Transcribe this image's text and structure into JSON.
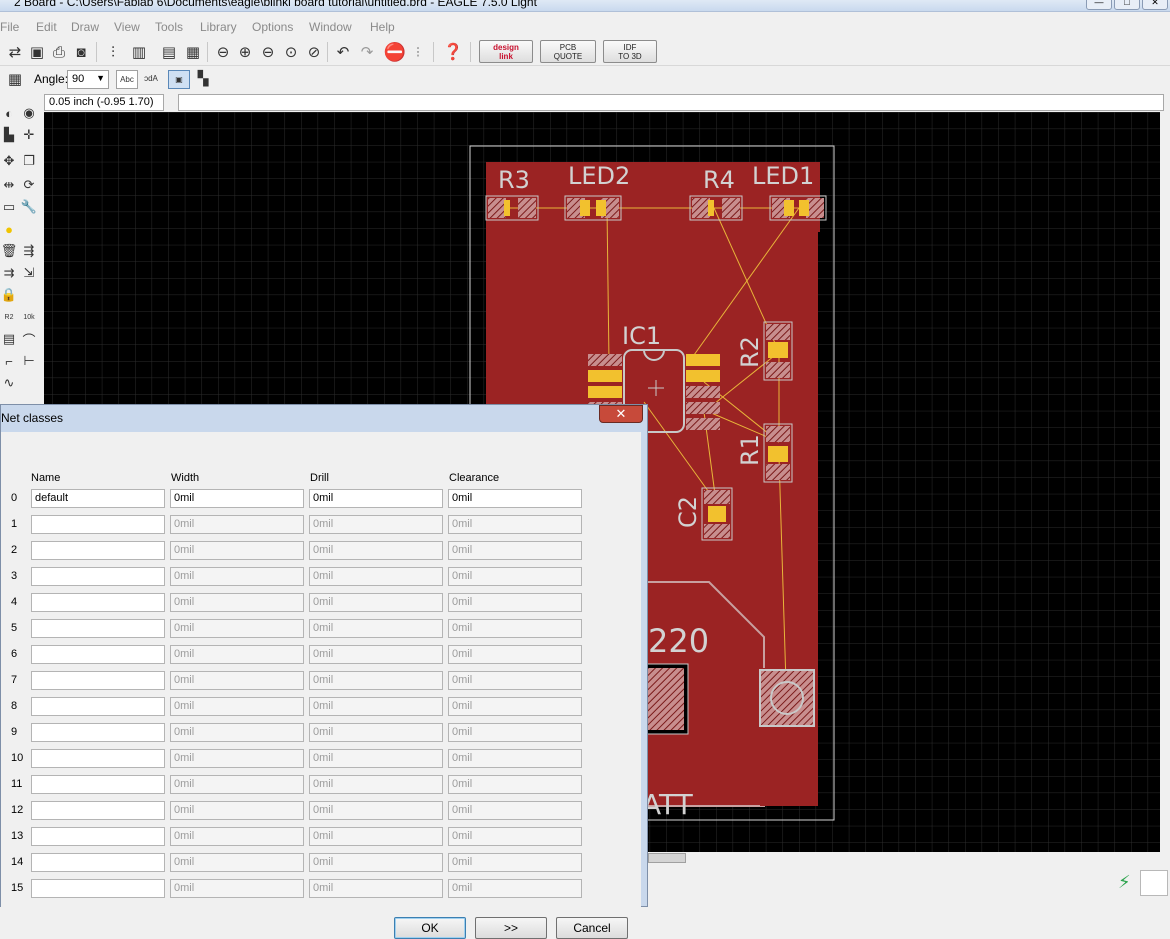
{
  "window": {
    "title": "2 Board - C:\\Users\\Fablab 6\\Documents\\eagle\\blinki board tutorial\\untitled.brd - EAGLE 7.5.0 Light"
  },
  "menu": [
    "File",
    "Edit",
    "Draw",
    "View",
    "Tools",
    "Library",
    "Options",
    "Window",
    "Help"
  ],
  "toolbar": {
    "brand_buttons": [
      {
        "line1": "design",
        "line2": "link"
      },
      {
        "line1": "PCB",
        "line2": "QUOTE"
      },
      {
        "line1": "IDF",
        "line2": "TO 3D"
      }
    ]
  },
  "params": {
    "angle_label": "Angle:",
    "angle_value": "90",
    "text_button": "Abc"
  },
  "status": {
    "coordinates": "0.05 inch (-0.95 1.70)"
  },
  "board": {
    "labels": {
      "r3": "R3",
      "led2": "LED2",
      "r4": "R4",
      "led1": "LED1",
      "ic1": "IC1",
      "r2": "R2",
      "r1": "R1",
      "c2": "C2",
      "val": "220",
      "batt": "ATT"
    },
    "colors": {
      "board_fill": "#9b2323",
      "pad": "#f2c12e",
      "airwire": "#e8b53a",
      "outline": "#c8c8c8",
      "grid": "#2a2a2a"
    }
  },
  "net_classes_dialog": {
    "title": "Net classes",
    "headers": [
      "Name",
      "Width",
      "Drill",
      "Clearance"
    ],
    "rows": [
      {
        "num": "0",
        "name": "default",
        "width": "0mil",
        "drill": "0mil",
        "clearance": "0mil"
      },
      {
        "num": "1",
        "name": "",
        "width": "0mil",
        "drill": "0mil",
        "clearance": "0mil"
      },
      {
        "num": "2",
        "name": "",
        "width": "0mil",
        "drill": "0mil",
        "clearance": "0mil"
      },
      {
        "num": "3",
        "name": "",
        "width": "0mil",
        "drill": "0mil",
        "clearance": "0mil"
      },
      {
        "num": "4",
        "name": "",
        "width": "0mil",
        "drill": "0mil",
        "clearance": "0mil"
      },
      {
        "num": "5",
        "name": "",
        "width": "0mil",
        "drill": "0mil",
        "clearance": "0mil"
      },
      {
        "num": "6",
        "name": "",
        "width": "0mil",
        "drill": "0mil",
        "clearance": "0mil"
      },
      {
        "num": "7",
        "name": "",
        "width": "0mil",
        "drill": "0mil",
        "clearance": "0mil"
      },
      {
        "num": "8",
        "name": "",
        "width": "0mil",
        "drill": "0mil",
        "clearance": "0mil"
      },
      {
        "num": "9",
        "name": "",
        "width": "0mil",
        "drill": "0mil",
        "clearance": "0mil"
      },
      {
        "num": "10",
        "name": "",
        "width": "0mil",
        "drill": "0mil",
        "clearance": "0mil"
      },
      {
        "num": "11",
        "name": "",
        "width": "0mil",
        "drill": "0mil",
        "clearance": "0mil"
      },
      {
        "num": "12",
        "name": "",
        "width": "0mil",
        "drill": "0mil",
        "clearance": "0mil"
      },
      {
        "num": "13",
        "name": "",
        "width": "0mil",
        "drill": "0mil",
        "clearance": "0mil"
      },
      {
        "num": "14",
        "name": "",
        "width": "0mil",
        "drill": "0mil",
        "clearance": "0mil"
      },
      {
        "num": "15",
        "name": "",
        "width": "0mil",
        "drill": "0mil",
        "clearance": "0mil"
      }
    ],
    "buttons": {
      "ok": "OK",
      "more": ">>",
      "cancel": "Cancel"
    }
  }
}
